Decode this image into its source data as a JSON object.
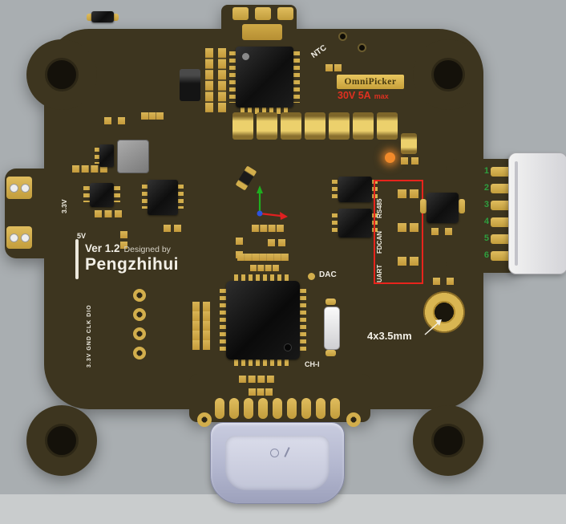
{
  "board": {
    "badge": {
      "brand": "OmniPicker",
      "rating": "30V 5A",
      "rating_suffix": "max"
    },
    "designer_block": {
      "version": "Ver 1.2",
      "designed_by": "Designed by",
      "designer": "Pengzhihui"
    },
    "silkscreen": {
      "ntc": "NTC",
      "v33": "3.3V",
      "v5": "5V",
      "dac": "DAC",
      "ch_i": "CH-I",
      "mount_spec": "4x3.5mm",
      "prog_header": "3.3V GND CLK DIO"
    },
    "interface_labels": {
      "items": [
        "RS485",
        "FDCAN",
        "UART"
      ]
    },
    "connector_pins": {
      "numbers": [
        "1",
        "2",
        "3",
        "4",
        "5",
        "6"
      ]
    },
    "colors": {
      "background": "#a9aeb1",
      "bottom_strip": "#c9cccd",
      "board": "#3d351f",
      "pad_gold": "#d2ae4c",
      "annotation_red": "#e8241c",
      "pin_number_green": "#2e9e3e",
      "rating_red": "#e03020",
      "led_orange": "#f28a2a",
      "usb_shell": "#b9bdd6"
    }
  }
}
